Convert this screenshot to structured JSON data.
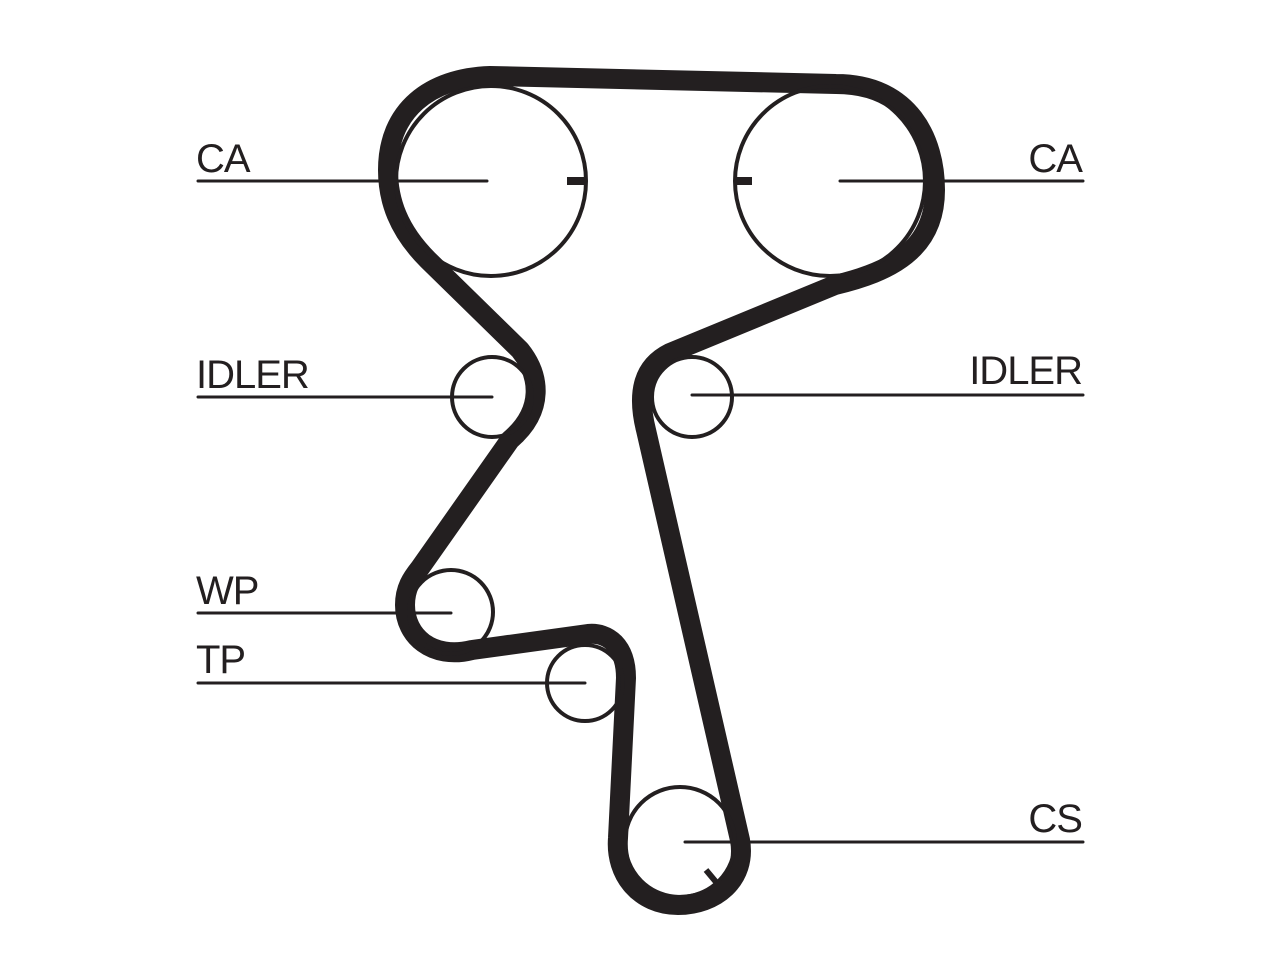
{
  "diagram": {
    "labels": {
      "cam_left": "CA",
      "cam_right": "CA",
      "idler_left": "IDLER",
      "idler_right": "IDLER",
      "water_pump": "WP",
      "tensioner": "TP",
      "crankshaft": "CS"
    },
    "colors": {
      "ink": "#231f20",
      "background": "#ffffff"
    }
  }
}
